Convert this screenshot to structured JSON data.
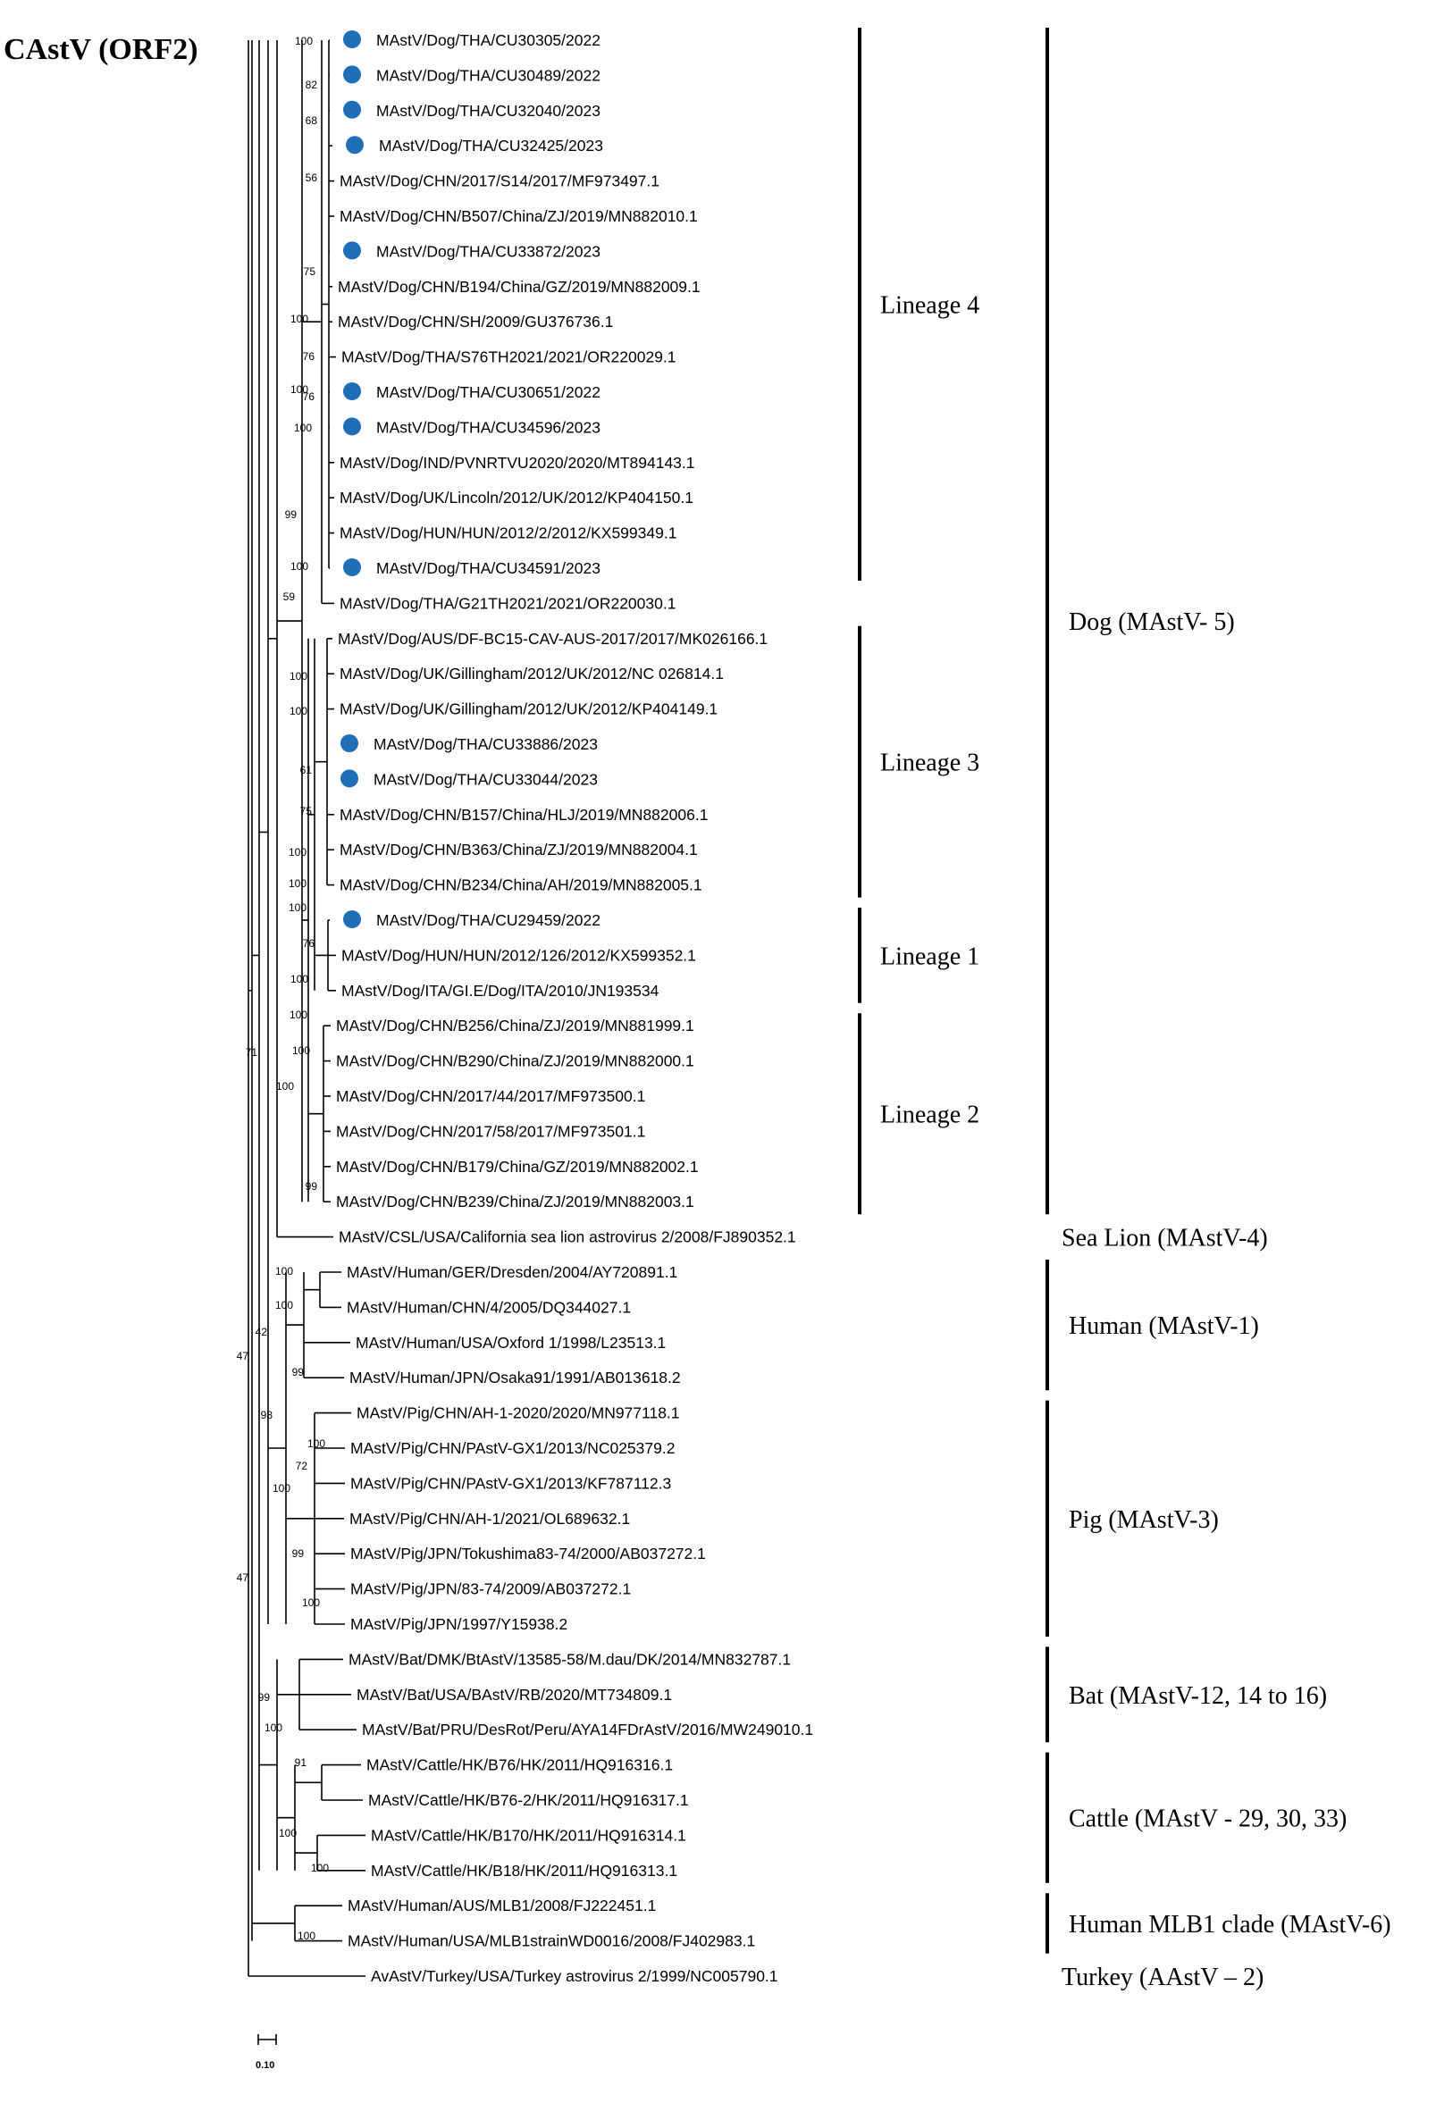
{
  "title": "CAstV (ORF2)",
  "marker_color": "#1f6fb8",
  "marker_icon": "filled-circle",
  "taxa": [
    {
      "label": "MAstV/Dog/THA/CU30305/2022",
      "marked": true
    },
    {
      "label": "MAstV/Dog/THA/CU30489/2022",
      "marked": true
    },
    {
      "label": "MAstV/Dog/THA/CU32040/2023",
      "marked": true
    },
    {
      "label": "MAstV/Dog/THA/CU32425/2023",
      "marked": true
    },
    {
      "label": "MAstV/Dog/CHN/2017/S14/2017/MF973497.1",
      "marked": false
    },
    {
      "label": "MAstV/Dog/CHN/B507/China/ZJ/2019/MN882010.1",
      "marked": false
    },
    {
      "label": "MAstV/Dog/THA/CU33872/2023",
      "marked": true
    },
    {
      "label": "MAstV/Dog/CHN/B194/China/GZ/2019/MN882009.1",
      "marked": false
    },
    {
      "label": "MAstV/Dog/CHN/SH/2009/GU376736.1",
      "marked": false
    },
    {
      "label": "MAstV/Dog/THA/S76TH2021/2021/OR220029.1",
      "marked": false
    },
    {
      "label": "MAstV/Dog/THA/CU30651/2022",
      "marked": true
    },
    {
      "label": "MAstV/Dog/THA/CU34596/2023",
      "marked": true
    },
    {
      "label": "MAstV/Dog/IND/PVNRTVU2020/2020/MT894143.1",
      "marked": false
    },
    {
      "label": "MAstV/Dog/UK/Lincoln/2012/UK/2012/KP404150.1",
      "marked": false
    },
    {
      "label": "MAstV/Dog/HUN/HUN/2012/2/2012/KX599349.1",
      "marked": false
    },
    {
      "label": "MAstV/Dog/THA/CU34591/2023",
      "marked": true
    },
    {
      "label": "MAstV/Dog/THA/G21TH2021/2021/OR220030.1",
      "marked": false
    },
    {
      "label": "MAstV/Dog/AUS/DF-BC15-CAV-AUS-2017/2017/MK026166.1",
      "marked": false
    },
    {
      "label": "MAstV/Dog/UK/Gillingham/2012/UK/2012/NC 026814.1",
      "marked": false
    },
    {
      "label": "MAstV/Dog/UK/Gillingham/2012/UK/2012/KP404149.1",
      "marked": false
    },
    {
      "label": "MAstV/Dog/THA/CU33886/2023",
      "marked": true
    },
    {
      "label": "MAstV/Dog/THA/CU33044/2023",
      "marked": true
    },
    {
      "label": "MAstV/Dog/CHN/B157/China/HLJ/2019/MN882006.1",
      "marked": false
    },
    {
      "label": "MAstV/Dog/CHN/B363/China/ZJ/2019/MN882004.1",
      "marked": false
    },
    {
      "label": "MAstV/Dog/CHN/B234/China/AH/2019/MN882005.1",
      "marked": false
    },
    {
      "label": "MAstV/Dog/THA/CU29459/2022",
      "marked": true
    },
    {
      "label": "MAstV/Dog/HUN/HUN/2012/126/2012/KX599352.1",
      "marked": false
    },
    {
      "label": "MAstV/Dog/ITA/GI.E/Dog/ITA/2010/JN193534",
      "marked": false
    },
    {
      "label": "MAstV/Dog/CHN/B256/China/ZJ/2019/MN881999.1",
      "marked": false
    },
    {
      "label": "MAstV/Dog/CHN/B290/China/ZJ/2019/MN882000.1",
      "marked": false
    },
    {
      "label": "MAstV/Dog/CHN/2017/44/2017/MF973500.1",
      "marked": false
    },
    {
      "label": "MAstV/Dog/CHN/2017/58/2017/MF973501.1",
      "marked": false
    },
    {
      "label": "MAstV/Dog/CHN/B179/China/GZ/2019/MN882002.1",
      "marked": false
    },
    {
      "label": "MAstV/Dog/CHN/B239/China/ZJ/2019/MN882003.1",
      "marked": false
    },
    {
      "label": "MAstV/CSL/USA/California sea lion astrovirus 2/2008/FJ890352.1",
      "marked": false
    },
    {
      "label": "MAstV/Human/GER/Dresden/2004/AY720891.1",
      "marked": false
    },
    {
      "label": "MAstV/Human/CHN/4/2005/DQ344027.1",
      "marked": false
    },
    {
      "label": "MAstV/Human/USA/Oxford 1/1998/L23513.1",
      "marked": false
    },
    {
      "label": "MAstV/Human/JPN/Osaka91/1991/AB013618.2",
      "marked": false
    },
    {
      "label": "MAstV/Pig/CHN/AH-1-2020/2020/MN977118.1",
      "marked": false
    },
    {
      "label": "MAstV/Pig/CHN/PAstV-GX1/2013/NC025379.2",
      "marked": false
    },
    {
      "label": "MAstV/Pig/CHN/PAstV-GX1/2013/KF787112.3",
      "marked": false
    },
    {
      "label": "MAstV/Pig/CHN/AH-1/2021/OL689632.1",
      "marked": false
    },
    {
      "label": "MAstV/Pig/JPN/Tokushima83-74/2000/AB037272.1",
      "marked": false
    },
    {
      "label": "MAstV/Pig/JPN/83-74/2009/AB037272.1",
      "marked": false
    },
    {
      "label": "MAstV/Pig/JPN/1997/Y15938.2",
      "marked": false
    },
    {
      "label": "MAstV/Bat/DMK/BtAstV/13585-58/M.dau/DK/2014/MN832787.1",
      "marked": false
    },
    {
      "label": "MAstV/Bat/USA/BAstV/RB/2020/MT734809.1",
      "marked": false
    },
    {
      "label": "MAstV/Bat/PRU/DesRot/Peru/AYA14FDrAstV/2016/MW249010.1",
      "marked": false
    },
    {
      "label": "MAstV/Cattle/HK/B76/HK/2011/HQ916316.1",
      "marked": false
    },
    {
      "label": "MAstV/Cattle/HK/B76-2/HK/2011/HQ916317.1",
      "marked": false
    },
    {
      "label": "MAstV/Cattle/HK/B170/HK/2011/HQ916314.1",
      "marked": false
    },
    {
      "label": "MAstV/Cattle/HK/B18/HK/2011/HQ916313.1",
      "marked": false
    },
    {
      "label": "MAstV/Human/AUS/MLB1/2008/FJ222451.1",
      "marked": false
    },
    {
      "label": "MAstV/Human/USA/MLB1strainWD0016/2008/FJ402983.1",
      "marked": false
    },
    {
      "label": "AvAstV/Turkey/USA/Turkey astrovirus 2/1999/NC005790.1",
      "marked": false
    }
  ],
  "support_values": [
    "100",
    "82",
    "68",
    "56",
    "75",
    "100",
    "76",
    "76",
    "100",
    "100",
    "99",
    "100",
    "59",
    "100",
    "100",
    "61",
    "75",
    "100",
    "100",
    "100",
    "76",
    "100",
    "100",
    "100",
    "100",
    "99",
    "71",
    "100",
    "100",
    "99",
    "42",
    "47",
    "98",
    "100",
    "72",
    "100",
    "99",
    "100",
    "47",
    "99",
    "100",
    "91",
    "100",
    "100",
    "100"
  ],
  "lineages": [
    {
      "label": "Lineage 4",
      "first_taxon": 1,
      "last_taxon": 16
    },
    {
      "label": "Lineage 3",
      "first_taxon": 18,
      "last_taxon": 25
    },
    {
      "label": "Lineage 1",
      "first_taxon": 26,
      "last_taxon": 28
    },
    {
      "label": "Lineage 2",
      "first_taxon": 29,
      "last_taxon": 34
    }
  ],
  "hosts": [
    {
      "label": "Dog (MAstV- 5)",
      "first_taxon": 1,
      "last_taxon": 34
    },
    {
      "label": "Sea Lion (MAstV-4)",
      "first_taxon": 35,
      "last_taxon": 35
    },
    {
      "label": "Human (MAstV-1)",
      "first_taxon": 36,
      "last_taxon": 39
    },
    {
      "label": "Pig (MAstV-3)",
      "first_taxon": 40,
      "last_taxon": 46
    },
    {
      "label": "Bat (MAstV-12, 14 to 16)",
      "first_taxon": 47,
      "last_taxon": 49
    },
    {
      "label": "Cattle (MAstV - 29, 30, 33)",
      "first_taxon": 50,
      "last_taxon": 53
    },
    {
      "label": "Human MLB1 clade (MAstV-6)",
      "first_taxon": 54,
      "last_taxon": 55
    },
    {
      "label": "Turkey (AAstV – 2)",
      "first_taxon": 56,
      "last_taxon": 56
    }
  ],
  "scale_bar": {
    "label": "0.10",
    "value": 0.1
  }
}
